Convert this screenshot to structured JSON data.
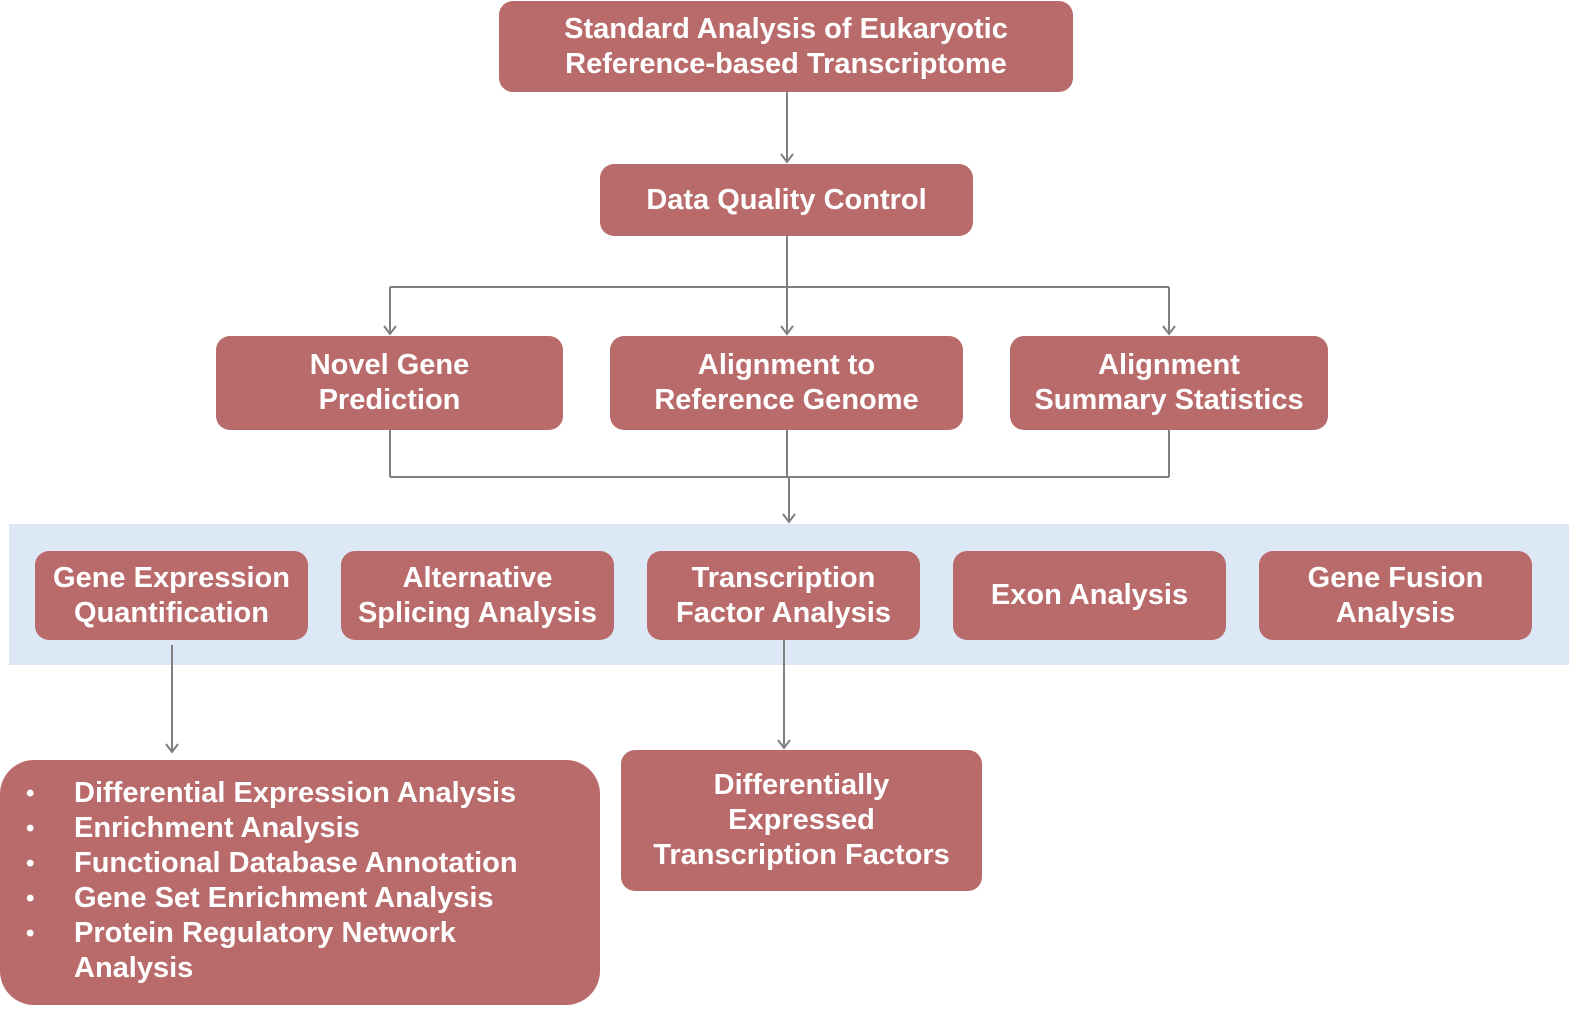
{
  "colors": {
    "box_fill": "#b96b6b",
    "box_text": "#ffffff",
    "band_fill": "#dce8f5",
    "connector": "#808080"
  },
  "nodes": {
    "root": "Standard Analysis of Eukaryotic\nReference-based Transcriptome",
    "qc": "Data Quality Control",
    "novel_gene": "Novel Gene\nPrediction",
    "alignment": "Alignment to\nReference Genome",
    "alignment_stats": "Alignment\nSummary Statistics",
    "gene_expression": "Gene Expression\nQuantification",
    "alt_splicing": "Alternative\nSplicing Analysis",
    "tf_analysis": "Transcription\nFactor Analysis",
    "exon": "Exon Analysis",
    "gene_fusion": "Gene Fusion\nAnalysis",
    "de_tf": "Differentially\nExpressed\nTranscription Factors"
  },
  "downstream_list": [
    "Differential Expression Analysis",
    "Enrichment Analysis",
    "Functional Database Annotation",
    "Gene Set Enrichment Analysis",
    "Protein Regulatory Network Analysis"
  ]
}
